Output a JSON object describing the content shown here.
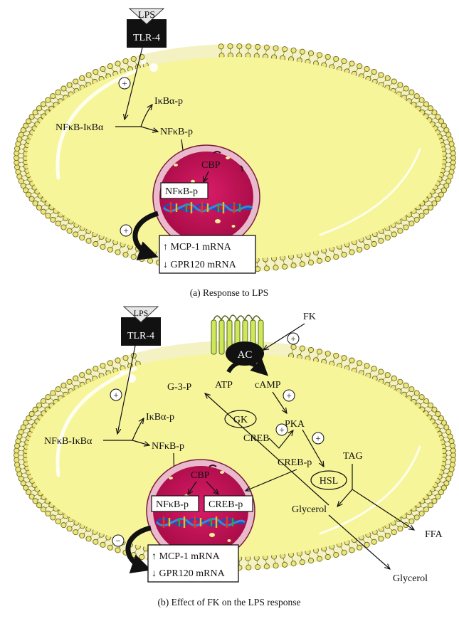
{
  "panel_a": {
    "lps": "LPS",
    "tlr4": "TLR-4",
    "plus_tlr": "+",
    "ikba_p": "IκBα-p",
    "nfkb_ikba": "NFκB-IκBα",
    "nfkb_p": "NFκB-p",
    "cbp": "CBP",
    "nfkb_p_nucleus": "NFκB-p",
    "plus_nucleus": "+",
    "mcp1": "↑ MCP-1 mRNA",
    "gpr120": "↓ GPR120 mRNA",
    "caption": "(a)  Response to LPS"
  },
  "panel_b": {
    "lps": "LPS",
    "tlr4": "TLR-4",
    "plus_tlr": "+",
    "fk": "FK",
    "plus_fk": "+",
    "ac": "AC",
    "atp": "ATP",
    "camp": "cAMP",
    "plus_camp": "+",
    "g3p": "G-3-P",
    "gk": "GK",
    "pka": "PKA",
    "creb": "CREB",
    "plus_creb": "+",
    "plus_hsl": "+",
    "creb_p": "CREB-p",
    "tag": "TAG",
    "hsl": "HSL",
    "glycerol_in": "Glycerol",
    "ffa": "FFA",
    "glycerol_out": "Glycerol",
    "ikba_p": "IκBα-p",
    "nfkb_ikba": "NFκB-IκBα",
    "nfkb_p": "NFκB-p",
    "cbp": "CBP",
    "nfkb_p_nucleus": "NFκB-p",
    "creb_p_nucleus": "CREB-p",
    "minus_nucleus": "−",
    "mcp1": "↑ MCP-1 mRNA",
    "gpr120": "↓ GPR120 mRNA",
    "caption": "(b)  Effect of FK on the LPS response"
  },
  "colors": {
    "cytoplasm": "#f7f59a",
    "membrane_head": "#e9e47a",
    "nucleus": "#c8145a",
    "nucleus_rim": "#e9b9cc",
    "label_box": "#111111"
  }
}
